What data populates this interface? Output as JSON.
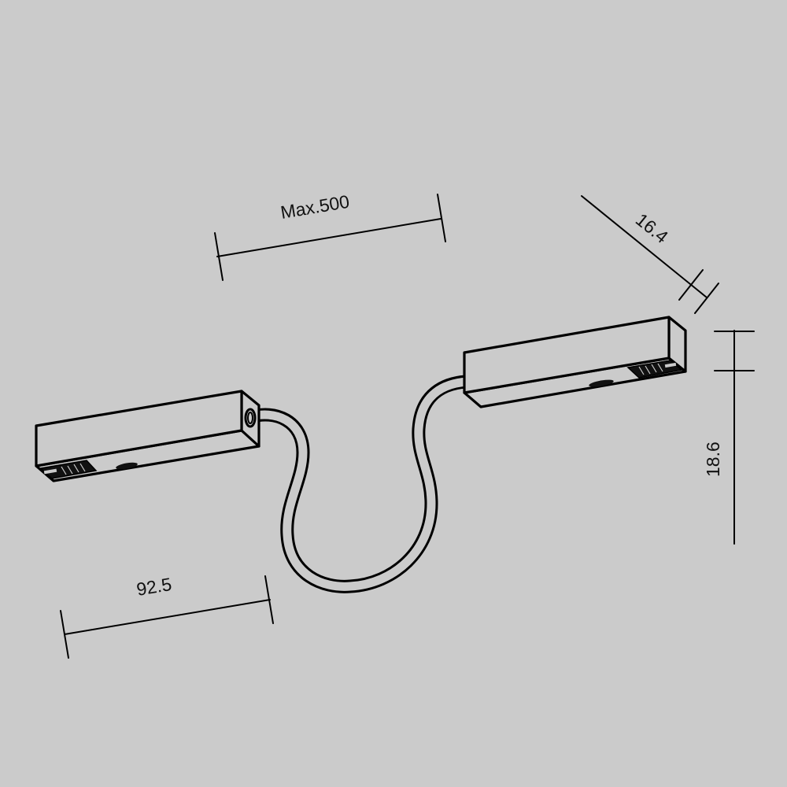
{
  "drawing": {
    "background_color": "#cbcbcb",
    "line_color": "#000000",
    "subject": "flexible-connector-with-two-track-connectors",
    "dimensions": {
      "cable_length": {
        "label": "Max.500"
      },
      "width": {
        "label": "16.4"
      },
      "height": {
        "label": "18.6"
      },
      "connector_length": {
        "label": "92.5"
      }
    },
    "parts": [
      {
        "id": "left-connector",
        "type": "track-connector-block"
      },
      {
        "id": "flexible-cable",
        "type": "cable"
      },
      {
        "id": "right-connector",
        "type": "track-connector-block"
      }
    ]
  }
}
